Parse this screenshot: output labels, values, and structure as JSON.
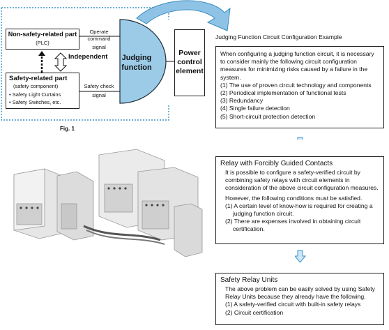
{
  "figure": {
    "non_safety_title": "Non-safety-related part",
    "non_safety_sub": "(PLC)",
    "independent": "Independent",
    "safety_title": "Safety-related part",
    "safety_sub": "(safety component)",
    "safety_items": [
      "Safety Light Curtains",
      "Safety Switches, etc."
    ],
    "operate_signal": [
      "Operate command",
      "signal"
    ],
    "check_signal": [
      "Safety check",
      "signal"
    ],
    "judging": [
      "Judging",
      "function"
    ],
    "power": [
      "Power",
      "control",
      "element"
    ],
    "caption": "Fig. 1"
  },
  "config_example": {
    "heading": "Judging Function Circuit Configuration Example",
    "intro": "When configuring a judging function circuit, it is necessary to consider mainly the following circuit configuration measures for minimizing risks caused by a failure in the system.",
    "items": [
      "(1) The use of proven circuit technology and components",
      "(2) Periodical implementation of functional tests",
      "(3) Redundancy",
      "(4) Single failure detection",
      "(5) Short-circuit protection detection"
    ]
  },
  "relay_contacts": {
    "heading": "Relay with Forcibly Guided Contacts",
    "para1": "It is possible to configure a safety-verified circuit by combining safety relays with circuit elements in consideration of the above circuit configuration measures.",
    "para2": "However, the following conditions must be satisfied.",
    "items": [
      "(1) A certain level of know-how is required for creating a judging function circuit.",
      "(2) There are expenses involved in obtaining circuit certification."
    ]
  },
  "relay_units": {
    "heading": "Safety Relay Units",
    "para": "The above problem can be easily solved by using Safety Relay Units because they already have the following.",
    "items": [
      "(1) A safety-verified circuit with built-in safety relays",
      "(2) Circuit certification"
    ]
  },
  "colors": {
    "accent": "#5aa6d6",
    "judging_fill": "#9ccbe8",
    "dotted": "#3a93c9"
  }
}
